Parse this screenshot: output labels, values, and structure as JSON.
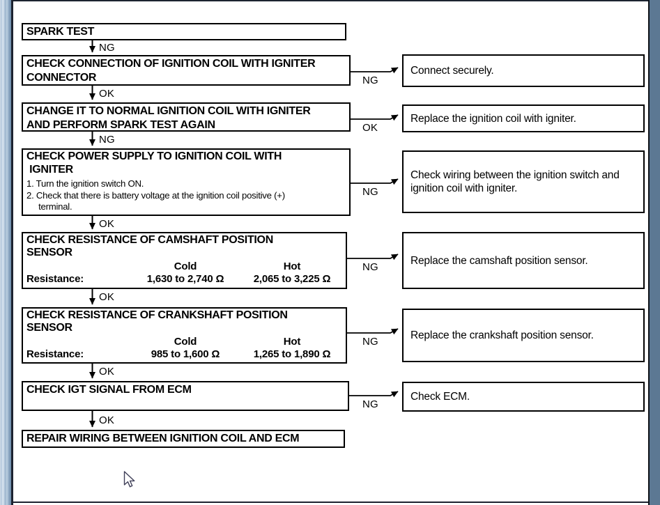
{
  "colors": {
    "page_bg": "#ffffff",
    "box_border": "#000000",
    "text": "#000000",
    "left_bar_light": "#dde8f2",
    "left_bar_dark": "#6e8cab",
    "right_bar": "#5c7893",
    "edge_line": "#1c2330"
  },
  "icons": {
    "cursor": "arrow-pointer"
  },
  "flowchart": {
    "start": {
      "title": "SPARK TEST"
    },
    "steps": [
      {
        "entry_label": "NG",
        "title": "CHECK CONNECTION OF IGNITION COIL WITH IGNITER\nCONNECTOR",
        "branch_label": "NG",
        "branch_action": "Connect securely."
      },
      {
        "entry_label": "OK",
        "title": "CHANGE IT TO NORMAL IGNITION COIL WITH IGNITER\nAND PERFORM SPARK TEST AGAIN",
        "branch_label": "OK",
        "branch_action": "Replace the ignition coil with igniter."
      },
      {
        "entry_label": "NG",
        "title": "CHECK POWER SUPPLY TO IGNITION COIL WITH\n IGNITER",
        "steps_text": "1. Turn the ignition switch ON.\n2. Check that there is battery voltage at the ignition coil positive (+)\n     terminal.",
        "branch_label": "NG",
        "branch_action": "Check wiring between the ignition switch and\nignition coil with igniter."
      },
      {
        "entry_label": "OK",
        "title": "CHECK RESISTANCE OF CAMSHAFT POSITION\nSENSOR",
        "spec": {
          "col_cold": "Cold",
          "col_hot": "Hot",
          "row_label": "Resistance:",
          "cold_value": "1,630 to 2,740 Ω",
          "hot_value": "2,065 to 3,225 Ω"
        },
        "branch_label": "NG",
        "branch_action": "Replace the camshaft position sensor."
      },
      {
        "entry_label": "OK",
        "title": "CHECK RESISTANCE OF CRANKSHAFT POSITION\nSENSOR",
        "spec": {
          "col_cold": "Cold",
          "col_hot": "Hot",
          "row_label": "Resistance:",
          "cold_value": "985 to 1,600 Ω",
          "hot_value": "1,265 to 1,890 Ω"
        },
        "branch_label": "NG",
        "branch_action": "Replace the crankshaft position sensor."
      },
      {
        "entry_label": "OK",
        "title": "CHECK IGT SIGNAL FROM ECM",
        "branch_label": "NG",
        "branch_action": "Check ECM."
      },
      {
        "entry_label": "OK",
        "title": "REPAIR WIRING BETWEEN IGNITION COIL AND ECM"
      }
    ]
  }
}
